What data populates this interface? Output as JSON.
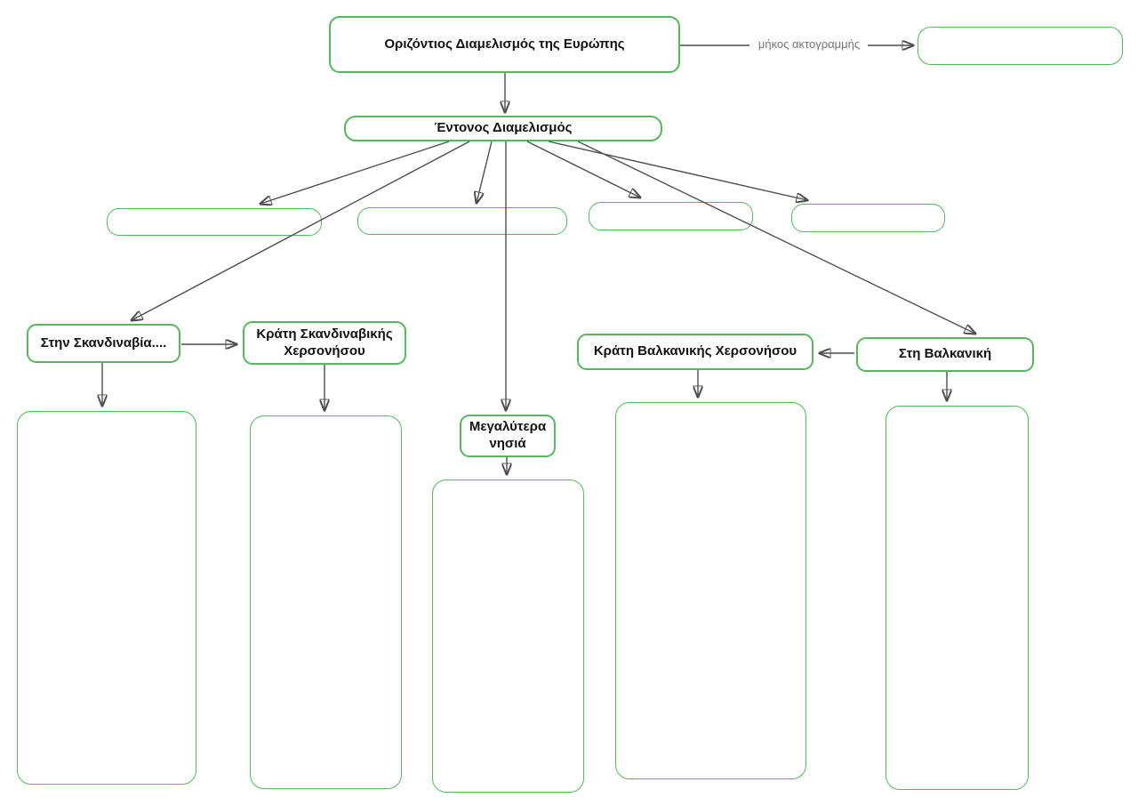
{
  "diagram": {
    "nodes": {
      "root": "Οριζόντιος Διαμελισμός της Ευρώπης",
      "intense": "Έντονος Διαμελισμός",
      "scandinavia": "Στην Σκανδιναβία....",
      "scandinavian_states": "Κράτη Σκανδιναβικής Χερσονήσου",
      "larger_islands": "Μεγαλύτερα νησιά",
      "balkan_states": "Κράτη Βαλκανικής Χερσονήσου",
      "balkan": "Στη Βαλκανική"
    },
    "edge_labels": {
      "coastline": "μήκος ακτογραμμής"
    },
    "colors": {
      "node_border": "#57b75e",
      "connector": "#4d4d4d",
      "node_text": "#111111",
      "edge_label": "#757575",
      "background": "#ffffff"
    }
  }
}
